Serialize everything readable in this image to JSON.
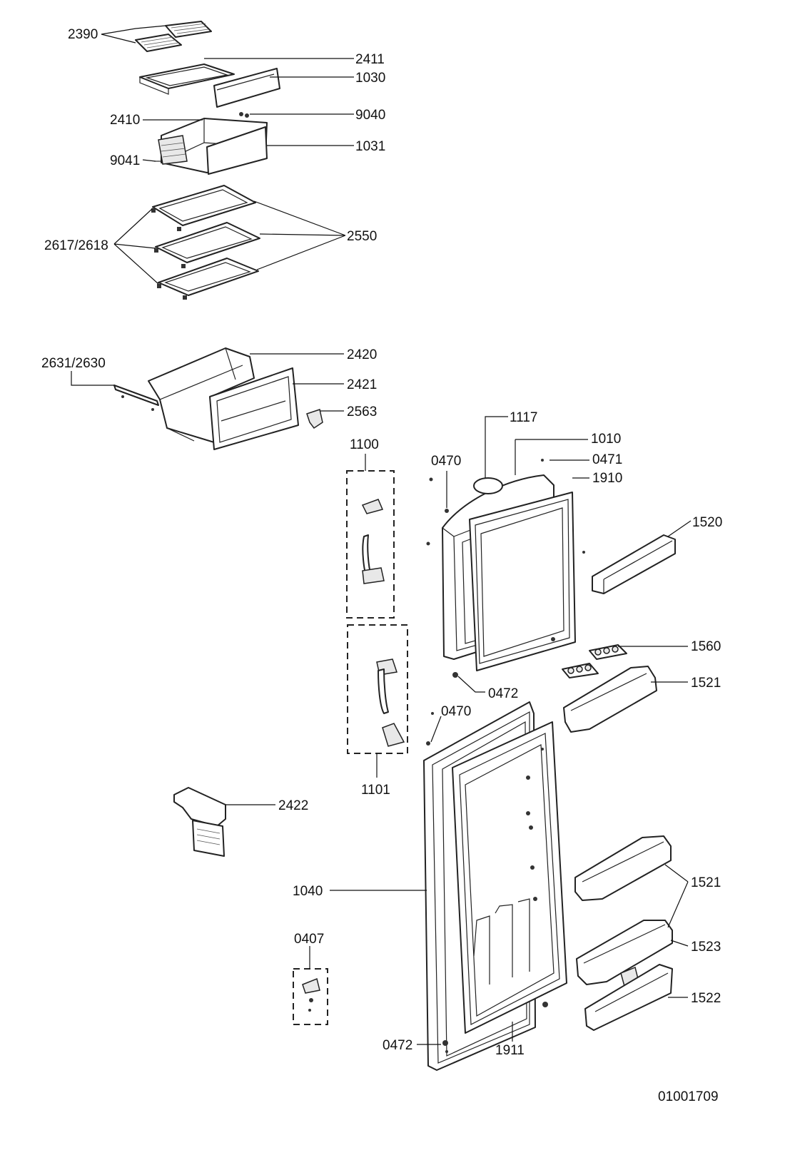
{
  "document_id": "01001709",
  "labels": [
    {
      "id": "2390",
      "text": "2390"
    },
    {
      "id": "2411",
      "text": "2411"
    },
    {
      "id": "1030",
      "text": "1030"
    },
    {
      "id": "2410",
      "text": "2410"
    },
    {
      "id": "9040",
      "text": "9040"
    },
    {
      "id": "1031",
      "text": "1031"
    },
    {
      "id": "9041",
      "text": "9041"
    },
    {
      "id": "2617_2618",
      "text": "2617/2618"
    },
    {
      "id": "2550",
      "text": "2550"
    },
    {
      "id": "2631_2630",
      "text": "2631/2630"
    },
    {
      "id": "2420",
      "text": "2420"
    },
    {
      "id": "2421",
      "text": "2421"
    },
    {
      "id": "2563",
      "text": "2563"
    },
    {
      "id": "1117",
      "text": "1117"
    },
    {
      "id": "1100",
      "text": "1100"
    },
    {
      "id": "1010",
      "text": "1010"
    },
    {
      "id": "0470_a",
      "text": "0470"
    },
    {
      "id": "0471",
      "text": "0471"
    },
    {
      "id": "1910",
      "text": "1910"
    },
    {
      "id": "1520",
      "text": "1520"
    },
    {
      "id": "1560",
      "text": "1560"
    },
    {
      "id": "0472_a",
      "text": "0472"
    },
    {
      "id": "1521_a",
      "text": "1521"
    },
    {
      "id": "0470_b",
      "text": "0470"
    },
    {
      "id": "1101",
      "text": "1101"
    },
    {
      "id": "2422",
      "text": "2422"
    },
    {
      "id": "1040",
      "text": "1040"
    },
    {
      "id": "1521_b",
      "text": "1521"
    },
    {
      "id": "0407",
      "text": "0407"
    },
    {
      "id": "1523",
      "text": "1523"
    },
    {
      "id": "1522",
      "text": "1522"
    },
    {
      "id": "0472_b",
      "text": "0472"
    },
    {
      "id": "1911",
      "text": "1911"
    }
  ]
}
